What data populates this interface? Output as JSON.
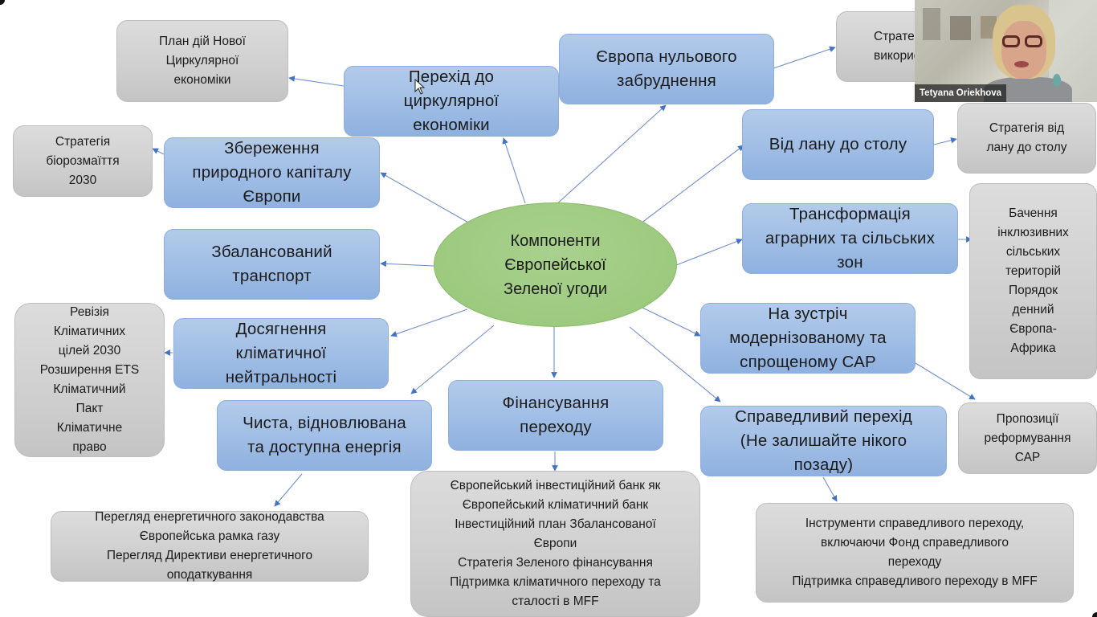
{
  "slide": {
    "title": "Компоненти Європейської Зеленої угоди",
    "center": {
      "label": "Компоненти\nЄвропейської\nЗеленої угоди",
      "color": "#9cca7e"
    },
    "colors": {
      "component": "#9fbde5",
      "detail": "#cfcfcf",
      "arrow": "#4472c4"
    },
    "components": [
      {
        "id": "circular",
        "label": "Перехід до\nциркулярної\nекономіки"
      },
      {
        "id": "zero_pollution",
        "label": "Європа нульового\nзабруднення"
      },
      {
        "id": "farm_to_fork",
        "label": "Від лану до столу"
      },
      {
        "id": "rural",
        "label": "Трансформація\nаграрних та сільських\nзон"
      },
      {
        "id": "cap",
        "label": "На зустріч\nмодернізованому та\nспрощеному САР"
      },
      {
        "id": "just_transition",
        "label": "Справедливий перехід\n(Не залишайте нікого\nпозаду)"
      },
      {
        "id": "financing",
        "label": "Фінансування\nпереходу"
      },
      {
        "id": "energy",
        "label": "Чиста, відновлювана\nта доступна енергія"
      },
      {
        "id": "climate",
        "label": "Досягнення\nкліматичної\nнейтральності"
      },
      {
        "id": "transport",
        "label": "Збалансований\nтранспорт"
      },
      {
        "id": "biodiversity",
        "label": "Збереження\nприродного капіталу\nЄвропи"
      }
    ],
    "details": [
      {
        "id": "circular_plan",
        "label": "План дій Нової\nЦиркулярної\nекономіки"
      },
      {
        "id": "zero_pollution_strategy",
        "label": "Страте\nвикорист"
      },
      {
        "id": "farm_to_fork_strategy",
        "label": "Стратегія від\nлану до столу"
      },
      {
        "id": "rural_vision",
        "label": "Бачення\nінклюзивних\nсільських\nтериторій\nПорядок\nденний\nЄвропа-\nАфрика"
      },
      {
        "id": "cap_reform",
        "label": "Пропозиції\nреформування\nСАР"
      },
      {
        "id": "just_transition_tools",
        "label": "Інструменти справедливого переходу,\nвключаючи Фонд справедливого\nпереходу\nПідтримка справедливого переходу в MFF"
      },
      {
        "id": "financing_details",
        "label": "Європейський інвестиційний банк як\nЄвропейський кліматичний банк\nІнвестиційний план Збалансованої\nЄвропи\nСтратегія Зеленого фінансування\nПідтримка кліматичного переходу та\nсталості в MFF"
      },
      {
        "id": "energy_details",
        "label": "Перегляд енергетичного законодавства\nЄвропейська рамка газу\nПерегляд Директиви енергетичного\nоподаткування"
      },
      {
        "id": "climate_details",
        "label": "Ревізія\nКліматичних\nцілей 2030\nРозширення ETS\nКліматичний\nПакт\nКліматичне\nправо"
      },
      {
        "id": "biodiversity_strategy",
        "label": "Стратегія\nбіорозмаїття\n2030"
      }
    ]
  },
  "video_call": {
    "participant_name": "Tetyana Oriekhova"
  }
}
